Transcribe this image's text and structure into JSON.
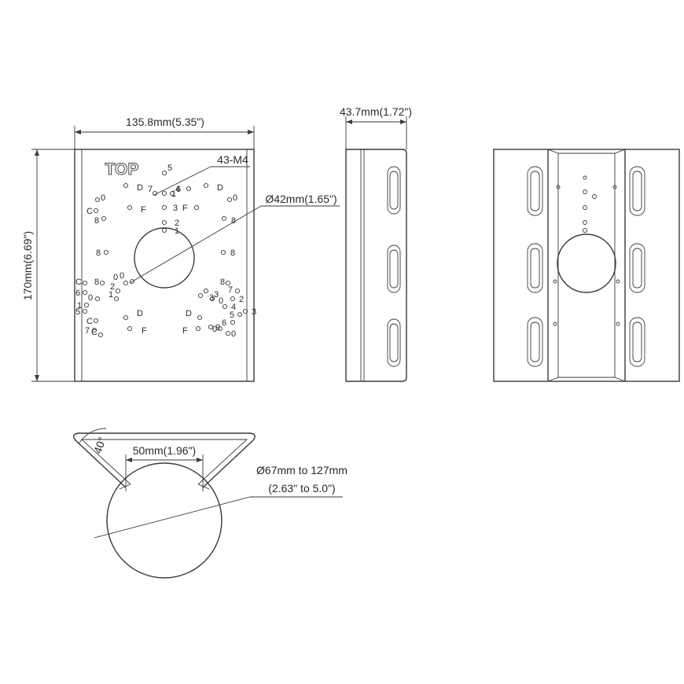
{
  "dimensions": {
    "front_width": "135.8mm(5.35\")",
    "front_height": "170mm(6.69\")",
    "side_depth": "43.7mm(1.72\")",
    "screw_count": "43-M4",
    "center_hole": "Ø42mm(1.65\")",
    "gap_width": "50mm(1.96\")",
    "angle": "40°",
    "pole_range_line1": "Ø67mm to 127mm",
    "pole_range_line2": "(2.63\" to 5.0\")"
  },
  "plate": {
    "top_label": "TOP",
    "hole_labels": [
      "5",
      "7",
      "1",
      "4",
      "6",
      "D",
      "D",
      "0",
      "0",
      "C",
      "F",
      "F",
      "3",
      "2",
      "1",
      "8",
      "8",
      "8",
      "8",
      "0",
      "0",
      "C",
      "8",
      "2",
      "1",
      "8",
      "7",
      "3",
      "0",
      "3",
      "5",
      "C",
      "6",
      "0",
      "1",
      "2",
      "3",
      "4",
      "5",
      "6",
      "7",
      "D",
      "D",
      "F",
      "F",
      "C",
      "9",
      "0",
      "0"
    ]
  }
}
